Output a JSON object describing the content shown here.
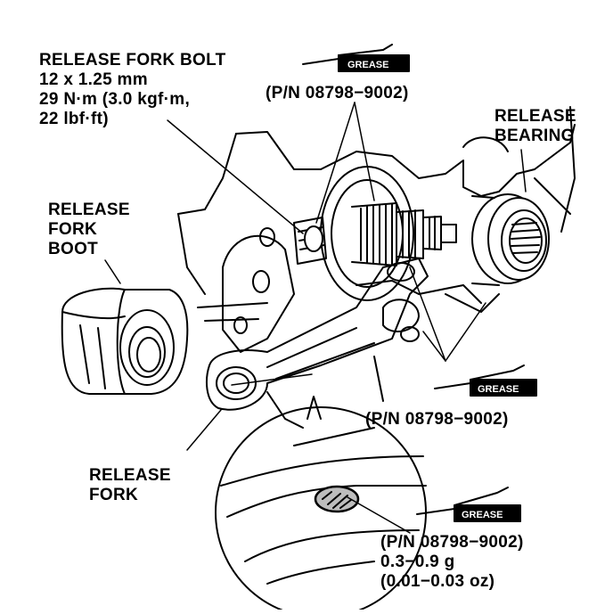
{
  "labels": {
    "bolt": {
      "line1": "RELEASE FORK BOLT",
      "line2": "12 x 1.25 mm",
      "line3": "29 N·m (3.0 kgf·m,",
      "line4": "22 lbf·ft)"
    },
    "boot": {
      "line1": "RELEASE",
      "line2": "FORK",
      "line3": "BOOT"
    },
    "bearing": {
      "line1": "RELEASE",
      "line2": "BEARING"
    },
    "fork": {
      "line1": "RELEASE",
      "line2": "FORK"
    },
    "grease_top_pn": "(P/N 08798−9002)",
    "grease_mid_pn": "(P/N 08798−9002)",
    "grease_bot_pn": "(P/N 08798−9002)",
    "grease_bot_qty_g": "0.3−0.9 g",
    "grease_bot_qty_oz": "(0.01−0.03 oz)"
  },
  "grease_icon_text": "GREASE",
  "colors": {
    "ink": "#000000",
    "paper": "#ffffff"
  }
}
